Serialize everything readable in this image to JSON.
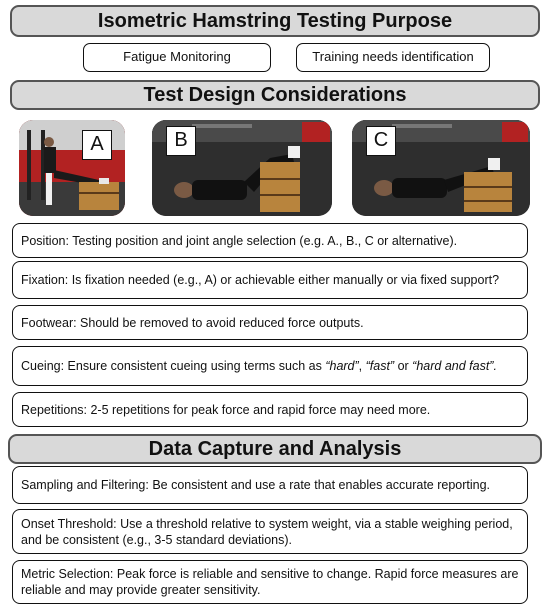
{
  "sections": {
    "purpose_title": "Isometric Hamstring Testing Purpose",
    "design_title": "Test Design Considerations",
    "analysis_title": "Data Capture and Analysis"
  },
  "purpose_items": [
    "Fatigue Monitoring",
    "Training needs identification"
  ],
  "photos": [
    {
      "label": "A"
    },
    {
      "label": "B"
    },
    {
      "label": "C"
    }
  ],
  "design_items": {
    "position": "Position: Testing position and joint angle selection (e.g. A., B.,  C or alternative).",
    "fixation": "Fixation: Is fixation needed  (e.g., A) or achievable either manually or via fixed support?",
    "footwear": "Footwear: Should be removed to avoid reduced force outputs.",
    "cueing_prefix": "Cueing: Ensure consistent cueing using terms such as ",
    "cue_hard": "“hard”",
    "cue_sep1": ", ",
    "cue_fast": "“fast”",
    "cue_sep2": " or ",
    "cue_hardfast": "“hard and fast”.",
    "repetitions": "Repetitions: 2-5 repetitions for peak force and rapid force may need more."
  },
  "analysis_items": {
    "sampling": "Sampling and Filtering: Be consistent and use a rate that enables accurate reporting.",
    "onset": "Onset Threshold: Use a threshold relative to system weight, via a stable weighing period, and be consistent (e.g.,  3-5 standard deviations).",
    "metric": "Metric Selection: Peak force is reliable and sensitive to change. Rapid force measures are reliable and may provide greater sensitivity."
  },
  "colors": {
    "header_fill": "#d9d9d9",
    "header_border": "#555555",
    "box_border": "#111111"
  }
}
